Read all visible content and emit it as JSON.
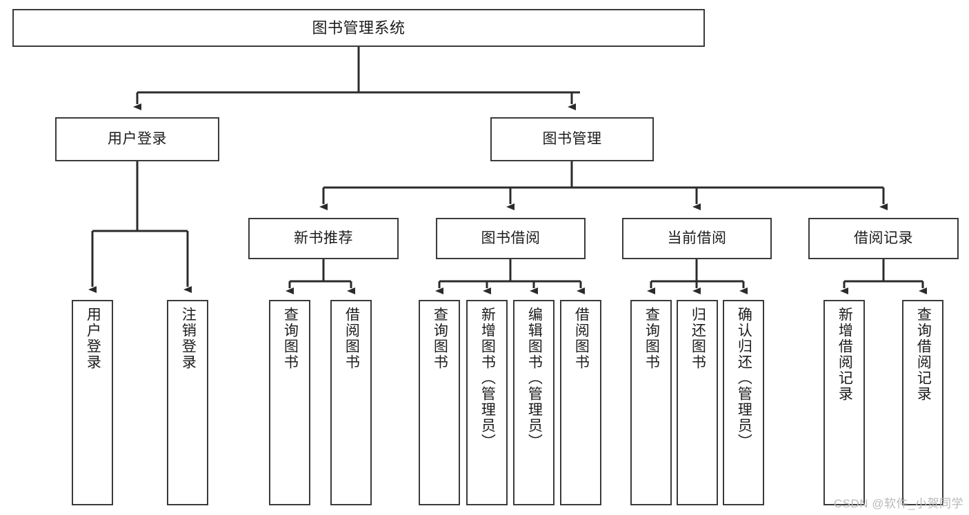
{
  "diagram": {
    "type": "tree-hierarchy",
    "title": "图书管理系统",
    "root": {
      "id": "root",
      "label": "图书管理系统"
    },
    "level1": [
      {
        "id": "user-login",
        "label": "用户登录"
      },
      {
        "id": "book-manage",
        "label": "图书管理"
      }
    ],
    "level2": [
      {
        "id": "new-book-rec",
        "label": "新书推荐",
        "parent": "book-manage"
      },
      {
        "id": "book-borrow",
        "label": "图书借阅",
        "parent": "book-manage"
      },
      {
        "id": "current-borrow",
        "label": "当前借阅",
        "parent": "book-manage"
      },
      {
        "id": "borrow-record",
        "label": "借阅记录",
        "parent": "book-manage"
      }
    ],
    "leaves": [
      {
        "id": "leaf-user-login",
        "label": "用户登录",
        "parent": "user-login"
      },
      {
        "id": "leaf-logout",
        "label": "注销登录",
        "parent": "user-login"
      },
      {
        "id": "leaf-query-book-rec",
        "label": "查询图书",
        "parent": "new-book-rec"
      },
      {
        "id": "leaf-borrow-book-rec",
        "label": "借阅图书",
        "parent": "new-book-rec"
      },
      {
        "id": "leaf-query-book-borrow",
        "label": "查询图书",
        "parent": "book-borrow"
      },
      {
        "id": "leaf-add-book",
        "label": "新增图书（管理员）",
        "parent": "book-borrow"
      },
      {
        "id": "leaf-edit-book",
        "label": "编辑图书（管理员）",
        "parent": "book-borrow"
      },
      {
        "id": "leaf-borrow-book",
        "label": "借阅图书",
        "parent": "book-borrow"
      },
      {
        "id": "leaf-query-book-cur",
        "label": "查询图书",
        "parent": "current-borrow"
      },
      {
        "id": "leaf-return-book",
        "label": "归还图书",
        "parent": "current-borrow"
      },
      {
        "id": "leaf-confirm-return",
        "label": "确认归还（管理员）",
        "parent": "current-borrow"
      },
      {
        "id": "leaf-add-record",
        "label": "新增借阅记录",
        "parent": "borrow-record"
      },
      {
        "id": "leaf-query-record",
        "label": "查询借阅记录",
        "parent": "borrow-record"
      }
    ],
    "watermark": "CSDN @软件_小贺同学",
    "colors": {
      "background": "#ffffff",
      "box_border": "#3a3a3a",
      "box_fill": "#ffffff",
      "edge": "#2b2b2b",
      "text": "#1c1c1c",
      "watermark": "#b9b9b9"
    }
  }
}
